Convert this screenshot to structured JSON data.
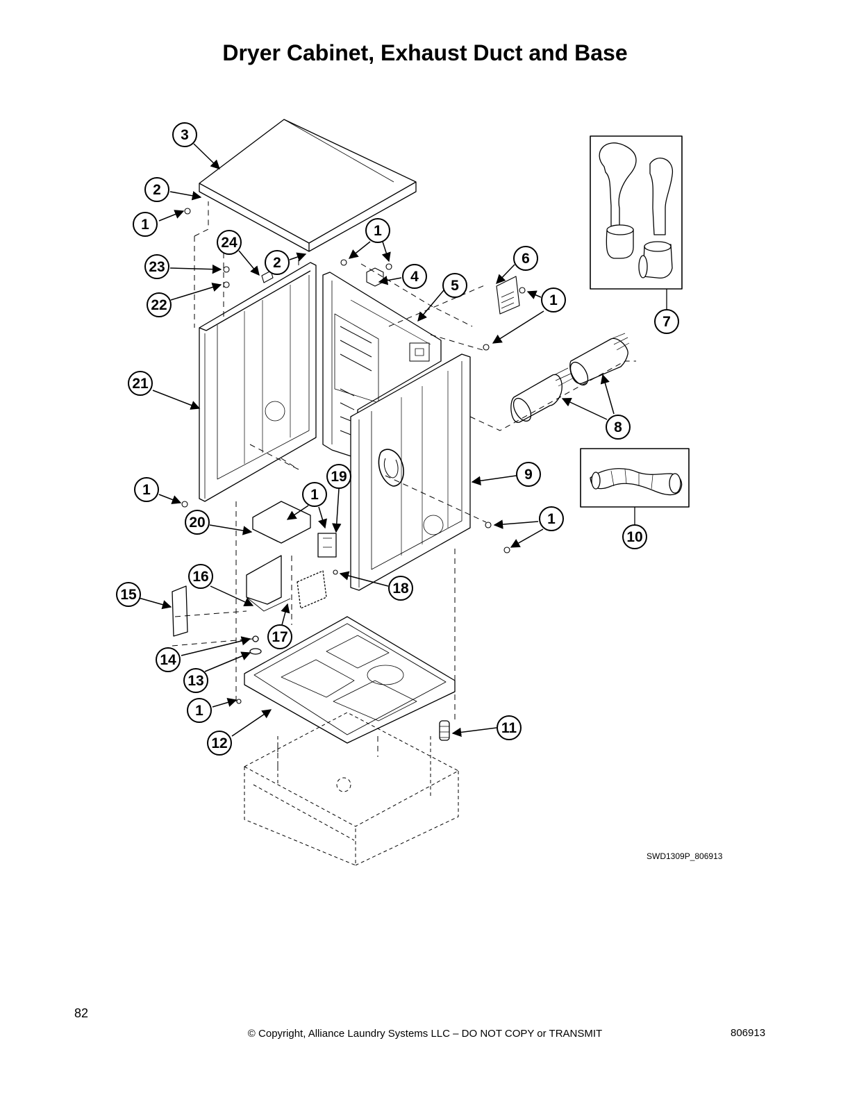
{
  "title": "Dryer Cabinet, Exhaust Duct and Base",
  "drawing_code": "SWD1309P_806913",
  "footer": {
    "page_number": "82",
    "copyright": "© Copyright, Alliance Laundry Systems LLC – DO NOT COPY or TRANSMIT",
    "document_number": "806913"
  },
  "callouts": [
    {
      "key": "c3",
      "label": "3"
    },
    {
      "key": "c2a",
      "label": "2"
    },
    {
      "key": "c1a",
      "label": "1"
    },
    {
      "key": "c24",
      "label": "24"
    },
    {
      "key": "c2b",
      "label": "2"
    },
    {
      "key": "c23",
      "label": "23"
    },
    {
      "key": "c22",
      "label": "22"
    },
    {
      "key": "c1b",
      "label": "1"
    },
    {
      "key": "c4",
      "label": "4"
    },
    {
      "key": "c5",
      "label": "5"
    },
    {
      "key": "c6",
      "label": "6"
    },
    {
      "key": "c1c",
      "label": "1"
    },
    {
      "key": "c7",
      "label": "7"
    },
    {
      "key": "c21",
      "label": "21"
    },
    {
      "key": "c8",
      "label": "8"
    },
    {
      "key": "c9",
      "label": "9"
    },
    {
      "key": "c10",
      "label": "10"
    },
    {
      "key": "c1d",
      "label": "1"
    },
    {
      "key": "c19",
      "label": "19"
    },
    {
      "key": "c1e",
      "label": "1"
    },
    {
      "key": "c20",
      "label": "20"
    },
    {
      "key": "c1f",
      "label": "1"
    },
    {
      "key": "c16",
      "label": "16"
    },
    {
      "key": "c18",
      "label": "18"
    },
    {
      "key": "c15",
      "label": "15"
    },
    {
      "key": "c17",
      "label": "17"
    },
    {
      "key": "c14",
      "label": "14"
    },
    {
      "key": "c13",
      "label": "13"
    },
    {
      "key": "c1g",
      "label": "1"
    },
    {
      "key": "c11",
      "label": "11"
    },
    {
      "key": "c12",
      "label": "12"
    }
  ]
}
